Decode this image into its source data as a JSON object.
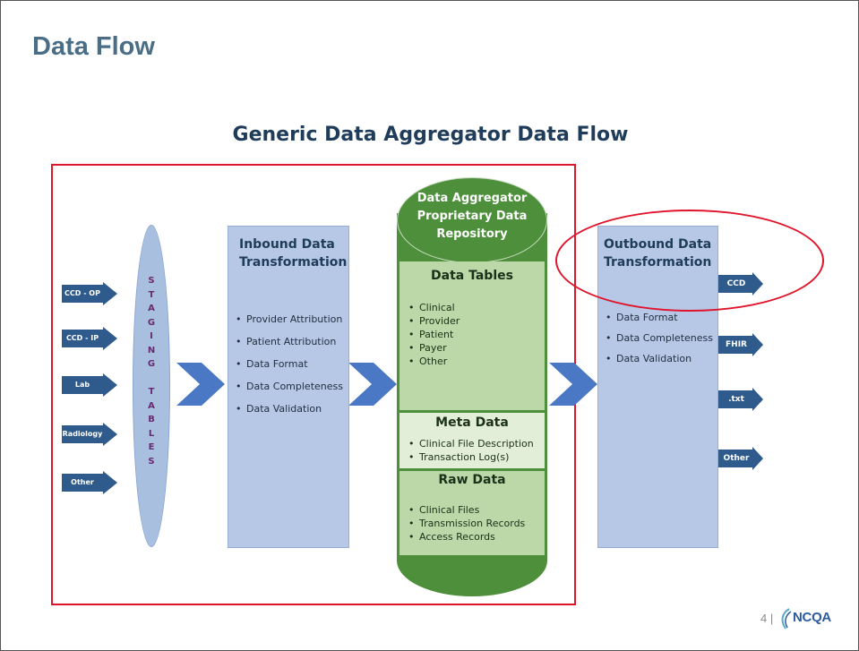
{
  "page": {
    "title": "Data Flow",
    "subtitle": "Generic Data Aggregator Data Flow"
  },
  "inputs": [
    "CCD - OP",
    "CCD - IP",
    "Lab",
    "Radiology",
    "Other"
  ],
  "staging": {
    "letters": [
      "S",
      "T",
      "A",
      "G",
      "I",
      "N",
      "G",
      "",
      "T",
      "A",
      "B",
      "L",
      "E",
      "S"
    ]
  },
  "inbound": {
    "title_line1": "Inbound Data",
    "title_line2": "Transformation",
    "items": [
      "Provider Attribution",
      "Patient Attribution",
      "Data Format",
      "Data Completeness",
      "Data Validation"
    ]
  },
  "repository": {
    "title_line1": "Data Aggregator",
    "title_line2": "Proprietary Data",
    "title_line3": "Repository",
    "data_tables": {
      "title": "Data Tables",
      "items": [
        "Clinical",
        "Provider",
        "Patient",
        "Payer",
        "Other"
      ]
    },
    "meta_data": {
      "title": "Meta Data",
      "items": [
        "Clinical File Description",
        "Transaction Log(s)"
      ]
    },
    "raw_data": {
      "title": "Raw Data",
      "items": [
        "Clinical Files",
        "Transmission Records",
        "Access Records"
      ]
    }
  },
  "outbound": {
    "title_line1": "Outbound Data",
    "title_line2": "Transformation",
    "items": [
      "Data Format",
      "Data Completeness",
      "Data Validation"
    ]
  },
  "outputs": [
    "CCD",
    "FHIR",
    ".txt",
    "Other"
  ],
  "footer": {
    "page_number": "4",
    "logo_text": "NCQA"
  },
  "colors": {
    "title": "#4a6e86",
    "subtitle": "#1f3d5a",
    "arrow_blue": "#2f5a8c",
    "chevron_blue": "#4a78c4",
    "box_blue": "#b6c8e6",
    "cylinder_green": "#4e8f3c",
    "panel_green": "#bcd8a8",
    "highlight_red": "#e0142a",
    "staging_text": "#6a2a6f"
  }
}
